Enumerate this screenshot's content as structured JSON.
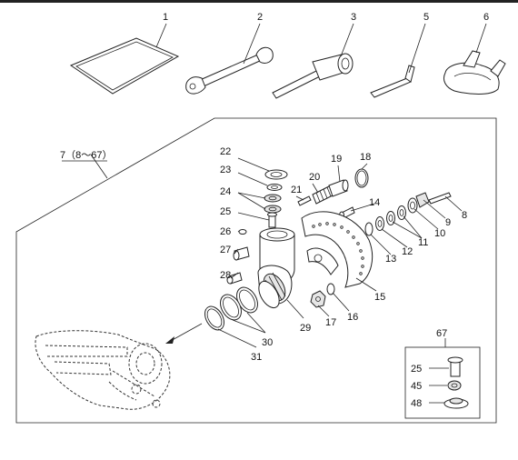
{
  "callouts": {
    "c1": "1",
    "c2": "2",
    "c3": "3",
    "c5": "5",
    "c6": "6",
    "c7": "7（8〜67）",
    "c8": "8",
    "c9": "9",
    "c10": "10",
    "c11": "11",
    "c12": "12",
    "c13": "13",
    "c14": "14",
    "c15": "15",
    "c16": "16",
    "c17": "17",
    "c18": "18",
    "c19": "19",
    "c20": "20",
    "c21": "21",
    "c22": "22",
    "c23": "23",
    "c24": "24",
    "c25": "25",
    "c26": "26",
    "c27": "27",
    "c28": "28",
    "c29": "29",
    "c30": "30",
    "c31": "31",
    "c67": "67",
    "k25": "25",
    "k45": "45",
    "k48": "48"
  }
}
